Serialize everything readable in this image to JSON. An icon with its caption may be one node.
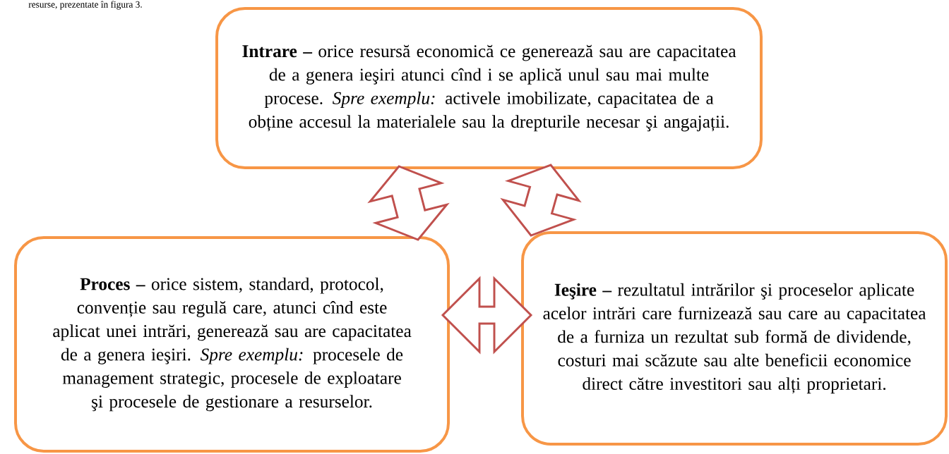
{
  "diagram": {
    "nodes": [
      {
        "text": [
          "**Intrare –** orice resursă economică ce generează sau are capacitatea de a genera ieşiri atunci cînd i se aplică unul sau mai multe procese. *Spre exemplu:* activele imobilizate, capacitatea de a obține accesul la materialele sau la drepturile necesar şi angajații."
        ]
      },
      {
        "text": [
          "**Proces –** orice sistem, standard, protocol, convenție sau regulă care, atunci cînd este aplicat unei intrări, generează sau are capacitatea de a genera ieşiri. *Spre exemplu:* procesele de management strategic, procesele de exploatare şi procesele de gestionare a resurselor."
        ]
      },
      {
        "text": [
          "**Ieşire –** rezultatul intrărilor şi proceselor aplicate acelor intrări care furnizează sau care au capacitatea de a furniza un rezultat sub formă de dividende, costuri mai scăzute sau alte beneficii economice direct către investitori sau alți proprietari."
        ]
      }
    ],
    "edges": [
      {
        "from": 0,
        "to": 1,
        "arrow": "both"
      },
      {
        "from": 0,
        "to": 2,
        "arrow": "both"
      },
      {
        "from": 1,
        "to": 2,
        "arrow": "both"
      }
    ],
    "labels": [
      "resurse, prezentate în figura 3."
    ]
  }
}
